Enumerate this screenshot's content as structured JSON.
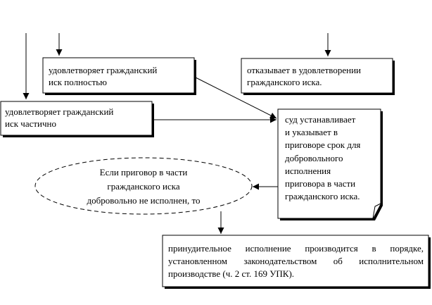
{
  "nodes": {
    "full": {
      "lines": [
        "удовлетворяет гражданский",
        "иск полностью"
      ]
    },
    "refuse": {
      "lines": [
        "отказывает в удовлетворении",
        "гражданского иска."
      ]
    },
    "partial": {
      "lines": [
        "удовлетворяет гражданский",
        "иск частично"
      ]
    },
    "court": {
      "lines": [
        "суд устанавливает",
        "и указывает в",
        "приговоре срок для",
        "добровольного",
        "исполнения",
        "приговора в части",
        "гражданского иска."
      ]
    },
    "condition": {
      "lines": [
        "Если приговор в части",
        "гражданского иска",
        "добровольно не исполнен, то"
      ]
    },
    "enforce": {
      "text": "принудительное исполнение производится в порядке, установленном законодательством об исполнительном производстве (ч. 2 ст. 169 УПК)."
    }
  }
}
